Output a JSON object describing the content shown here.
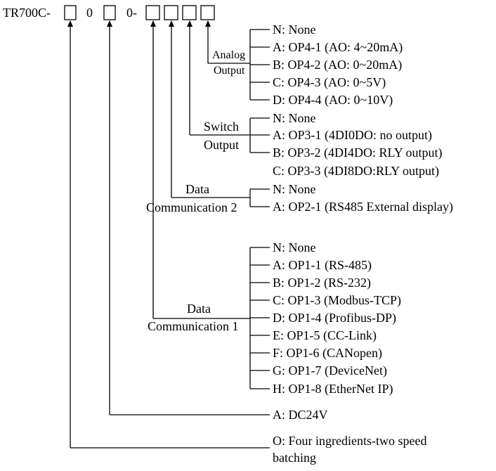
{
  "model": {
    "prefix": "TR700C-",
    "fixed1": "0",
    "fixed2": "0-"
  },
  "analog_output": {
    "label_line1": "Analog",
    "label_line2": "Output",
    "options": [
      "N: None",
      "A: OP4-1 (AO: 4~20mA)",
      "B: OP4-2 (AO: 0~20mA)",
      "C: OP4-3 (AO: 0~5V)",
      "D: OP4-4 (AO: 0~10V)"
    ]
  },
  "switch_output": {
    "label_line1": "Switch",
    "label_line2": "Output",
    "options": [
      "N: None",
      "A: OP3-1 (4DI0DO: no output)",
      "B: OP3-2 (4DI4DO: RLY output)",
      "C: OP3-3 (4DI8DO:RLY output)"
    ]
  },
  "data_comm_2": {
    "label_line1": "Data",
    "label_line2": "Communication 2",
    "options": [
      "N: None",
      "A: OP2-1 (RS485 External display)"
    ]
  },
  "data_comm_1": {
    "label_line1": "Data",
    "label_line2": "Communication 1",
    "options": [
      "N: None",
      "A: OP1-1 (RS-485)",
      "B: OP1-2 (RS-232)",
      "C: OP1-3 (Modbus-TCP)",
      "D: OP1-4 (Profibus-DP)",
      "E: OP1-5 (CC-Link)",
      "F: OP1-6 (CANopen)",
      "G: OP1-7 (DeviceNet)",
      "H: OP1-8 (EtherNet IP)"
    ]
  },
  "power": {
    "option": "A: DC24V"
  },
  "function": {
    "line1": "O: Four ingredients-two speed",
    "line2": "batching"
  }
}
